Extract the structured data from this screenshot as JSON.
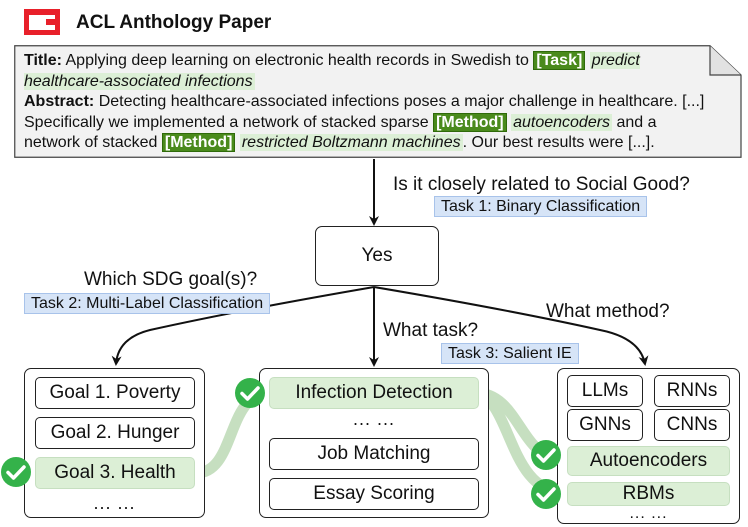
{
  "header": {
    "title": "ACL Anthology Paper"
  },
  "paper": {
    "title_label": "Title:",
    "title_text": "Applying deep learning on electronic health records in Swedish to",
    "title_tag": "[Task]",
    "title_entity": "predict healthcare-associated infections",
    "abstract_label": "Abstract:",
    "abstract_text1": "Detecting healthcare-associated infections poses a major challenge in healthcare. [...] Specifically we implemented a network of stacked sparse",
    "method_tag": "[Method]",
    "entity1": "autoencoders",
    "abstract_text2": "and a network of stacked",
    "entity2": "restricted Boltzmann machines",
    "abstract_text3": ". Our best results were [...]."
  },
  "questions": {
    "q1": "Is it closely related to Social Good?",
    "answer": "Yes",
    "q2": "Which SDG goal(s)?",
    "q3": "What task?",
    "q4": "What method?"
  },
  "tasks": {
    "t1": "Task 1: Binary Classification",
    "t2": "Task 2: Multi-Label Classification",
    "t3": "Task 3: Salient IE"
  },
  "goals": {
    "items": [
      "Goal 1. Poverty",
      "Goal 2. Hunger",
      "Goal 3. Health"
    ],
    "more": "... ..."
  },
  "task_box": {
    "items": [
      "Infection Detection",
      "Job Matching",
      "Essay Scoring"
    ],
    "more": "... ..."
  },
  "methods": {
    "items": [
      "LLMs",
      "RNNs",
      "GNNs",
      "CNNs",
      "Autoencoders",
      "RBMs"
    ],
    "more": "... ..."
  },
  "colors": {
    "brand": "#e8202a",
    "tag": "#4a8a1c",
    "highlight": "#dcefd6",
    "task_label": "#d6e4f7",
    "check": "#34b24a"
  }
}
